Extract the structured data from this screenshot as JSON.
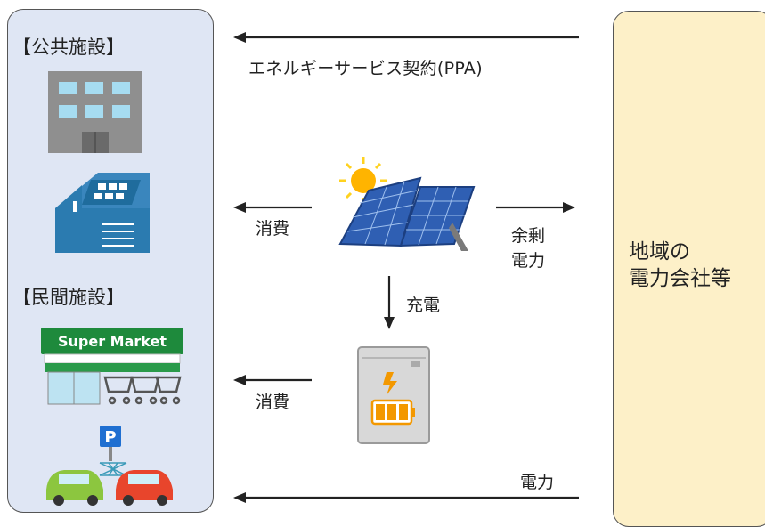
{
  "left_panel": {
    "public_title": "【公共施設】",
    "private_title": "【民間施設】",
    "supermarket_sign": "Super Market",
    "parking_sign": "P"
  },
  "right_panel": {
    "line1": "地域の",
    "line2": "電力会社等"
  },
  "flows": {
    "ppa": "エネルギーサービス契約(PPA)",
    "consume_solar": "消費",
    "consume_battery": "消費",
    "surplus_line1": "余剰",
    "surplus_line2": "電力",
    "charge": "充電",
    "power": "電力"
  },
  "colors": {
    "left_panel_bg": "#dfe6f4",
    "right_panel_bg": "#fdf0c8",
    "supermarket_green": "#1e8a3c",
    "solar_blue": "#2f5fb3",
    "house_blue": "#2b7bb0"
  }
}
